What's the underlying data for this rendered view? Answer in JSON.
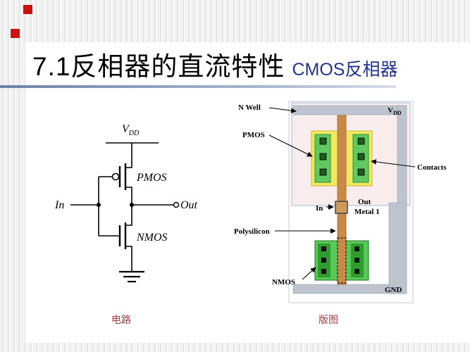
{
  "slide": {
    "title_main": "7.1反相器的直流特性",
    "title_sub": "CMOS反相器"
  },
  "circuit": {
    "vdd_base": "V",
    "vdd_sub": "DD",
    "pmos_label": "PMOS",
    "nmos_label": "NMOS",
    "in_label": "In",
    "out_label": "Out",
    "caption": "电路"
  },
  "layout": {
    "n_well_label": "N Well",
    "pmos_label": "PMOS",
    "contacts_label": "Contacts",
    "in_label": "In",
    "out_label": "Out",
    "metal1_label": "Metal 1",
    "polysilicon_label": "Polysilicon",
    "nmos_label": "NMOS",
    "vdd_base": "V",
    "vdd_sub": "DD",
    "gnd_label": "GND",
    "caption": "版图"
  },
  "colors": {
    "accent_red": "#cc1111",
    "caption_red": "#a83c3c",
    "subtitle_blue": "#22338f",
    "metal_gray": "#bdc4ce",
    "active_green": "#5cc85c",
    "poly_orange": "#c98a48",
    "pplus_yellow": "#f0e861",
    "nwell_pink": "#f8ecec"
  }
}
